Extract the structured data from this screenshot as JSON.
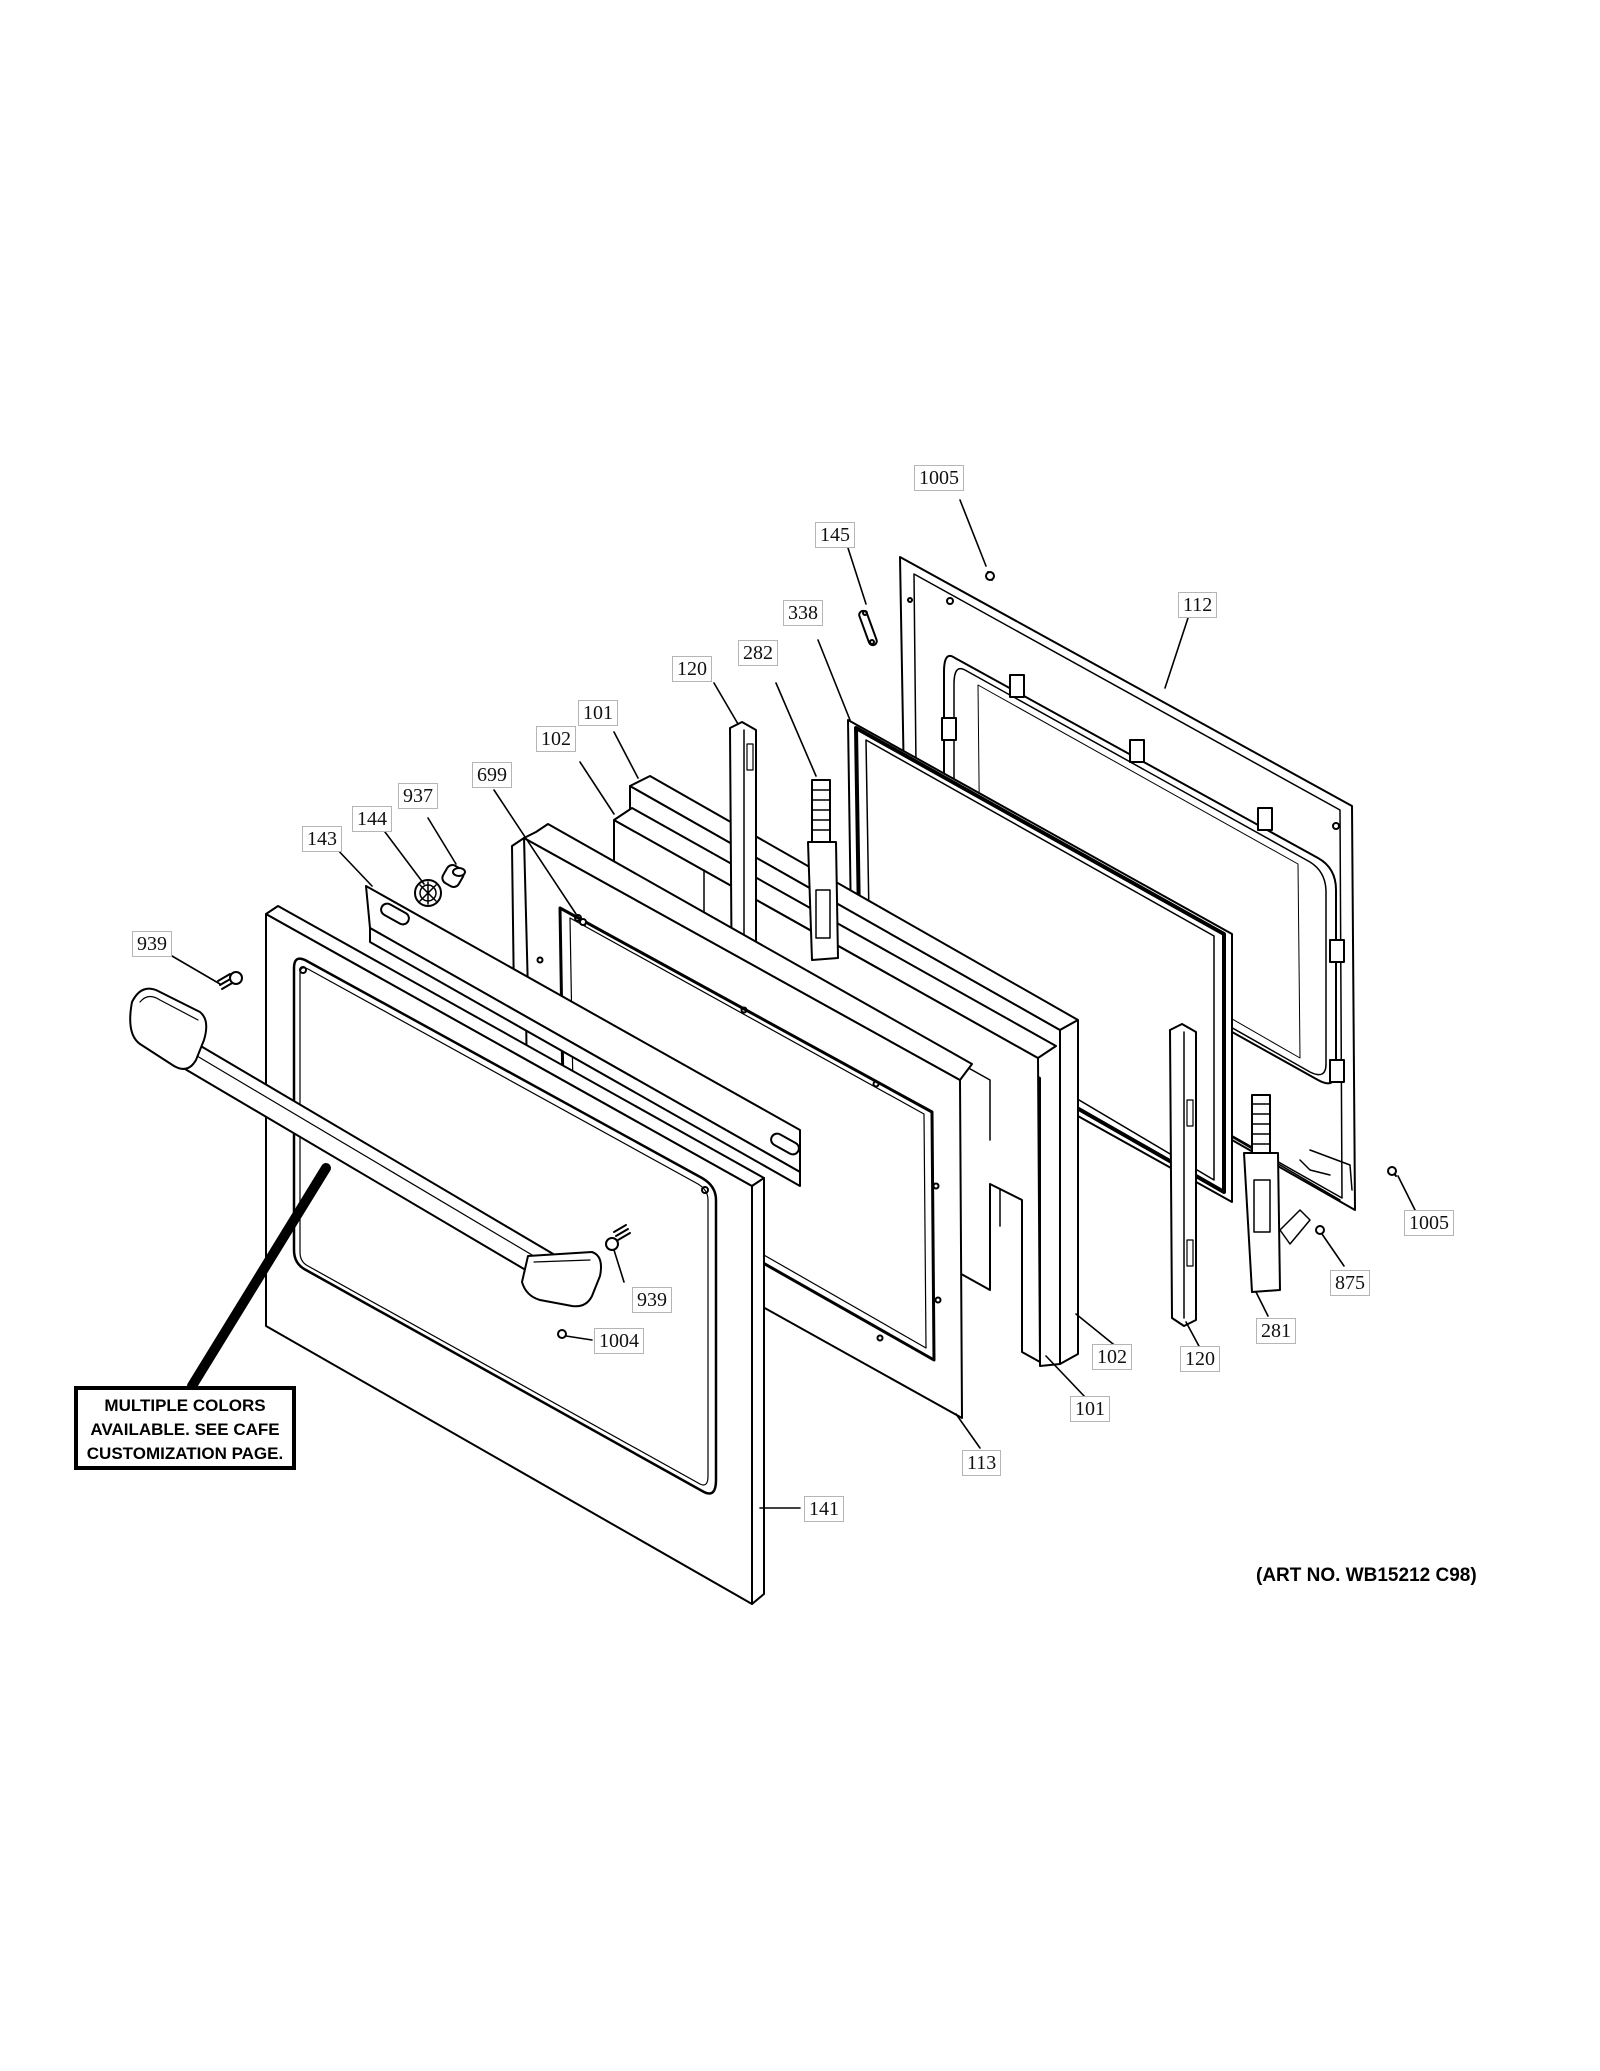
{
  "callouts": {
    "c1005_top": "1005",
    "c145": "145",
    "c338": "338",
    "c112": "112",
    "c120_top": "120",
    "c282": "282",
    "c101_top": "101",
    "c102_top": "102",
    "c699": "699",
    "c937": "937",
    "c144": "144",
    "c143": "143",
    "c939_left": "939",
    "c939_right": "939",
    "c1004": "1004",
    "c1005_right": "1005",
    "c875": "875",
    "c281": "281",
    "c102_bottom": "102",
    "c120_bottom": "120",
    "c101_bottom": "101",
    "c113": "113",
    "c141": "141"
  },
  "notice": {
    "line1": "MULTIPLE COLORS",
    "line2": "AVAILABLE. SEE CAFE",
    "line3": "CUSTOMIZATION PAGE."
  },
  "art_number": "(ART NO. WB15212 C98)"
}
